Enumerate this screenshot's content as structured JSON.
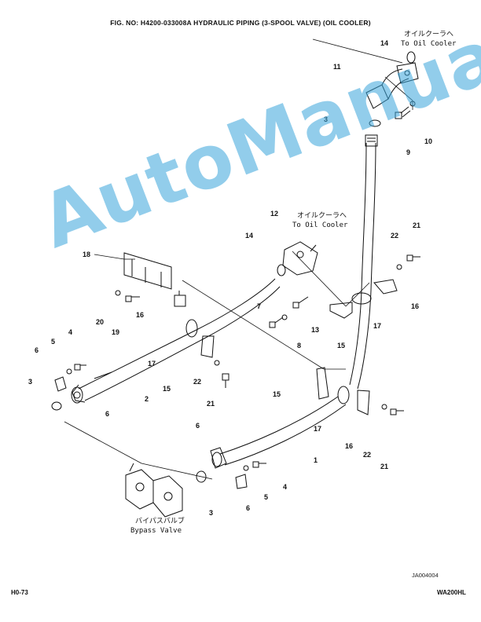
{
  "header": {
    "title": "FIG. NO:   H4200-033008A   HYDRAULIC PIPING (3-SPOOL VALVE) (OIL COOLER)"
  },
  "callouts": {
    "oil_cooler_top_jp": "オイルクーラへ",
    "oil_cooler_top_en": "To Oil Cooler",
    "oil_cooler_mid_jp": "オイルクーラへ",
    "oil_cooler_mid_en": "To Oil Cooler",
    "bypass_jp": "バイパスバルブ",
    "bypass_en": "Bypass Valve"
  },
  "part_numbers": [
    "1",
    "2",
    "3",
    "3",
    "3",
    "4",
    "4",
    "5",
    "5",
    "6",
    "6",
    "6",
    "7",
    "8",
    "9",
    "10",
    "11",
    "12",
    "13",
    "14",
    "14",
    "15",
    "15",
    "15",
    "16",
    "16",
    "16",
    "17",
    "17",
    "17",
    "18",
    "19",
    "20",
    "21",
    "21",
    "21",
    "22",
    "22",
    "22"
  ],
  "footer": {
    "page": "H0-73",
    "model": "WA200HL",
    "drawing_code": "JA004004"
  },
  "watermark": "AutoManual",
  "colors": {
    "watermark": "#3aa6dc",
    "ink": "#111111"
  }
}
